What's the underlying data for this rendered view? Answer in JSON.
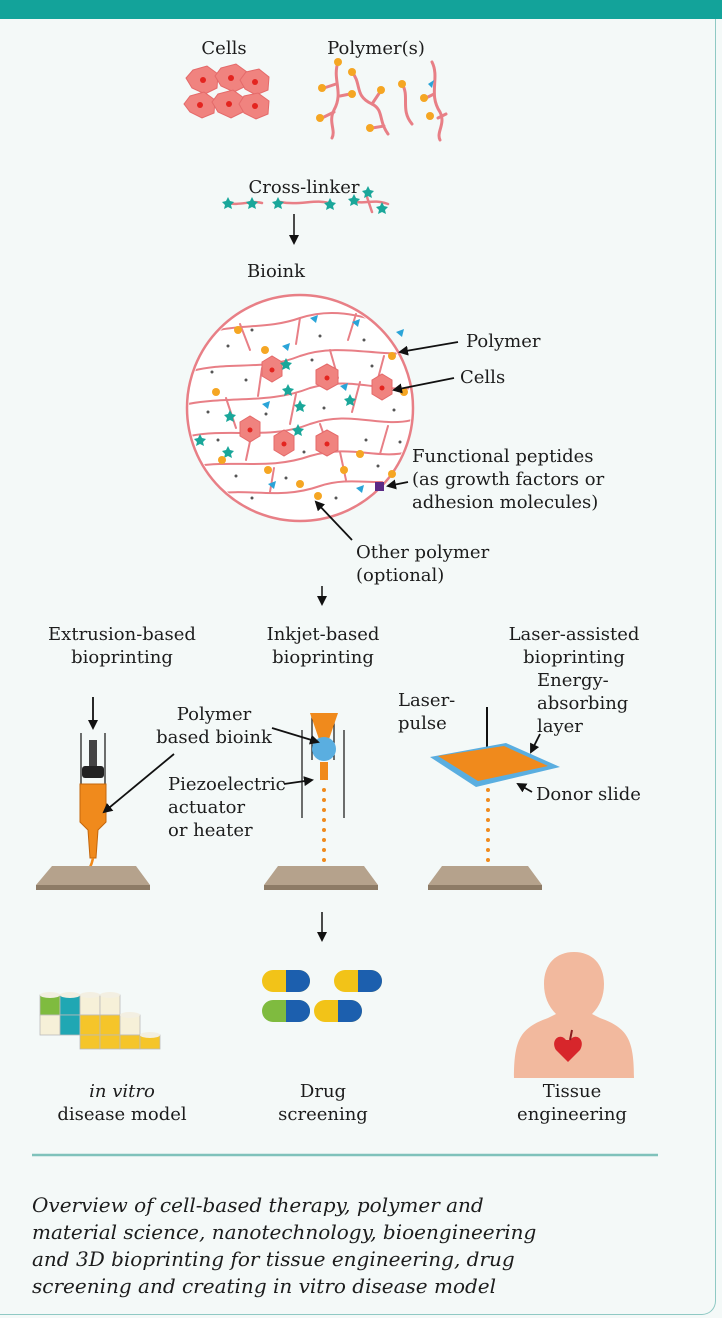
{
  "colors": {
    "accent": "#13a39a",
    "polymer": "#e87f86",
    "cell": "#f0837f",
    "bioink": "#f08a1c",
    "platform": "#b5a28c"
  },
  "top_row": {
    "cells_label": "Cells",
    "polymers_label": "Polymer(s)"
  },
  "crosslinker_label": "Cross-linker",
  "bioink": {
    "title": "Bioink",
    "polymer_label": "Polymer",
    "cells_label": "Cells",
    "peptides_label": [
      "Functional peptides",
      "(as growth factors or",
      "adhesion molecules)"
    ],
    "other_polymer_label": [
      "Other polymer",
      "(optional)"
    ]
  },
  "methods": {
    "extrusion": [
      "Extrusion-based",
      "bioprinting"
    ],
    "inkjet": [
      "Inkjet-based",
      "bioprinting"
    ],
    "laser": [
      "Laser-assisted",
      "bioprinting"
    ]
  },
  "printer_labels": {
    "polymer_bioink": [
      "Polymer",
      "based bioink"
    ],
    "piezo": [
      "Piezoelectric",
      "actuator",
      "or heater"
    ],
    "laser_pulse": [
      "Laser-",
      "pulse"
    ],
    "energy_layer": [
      "Energy-",
      "absorbing",
      "layer"
    ],
    "donor_slide": "Donor slide"
  },
  "applications": {
    "disease_model": {
      "italic": "in vitro",
      "text": "disease model"
    },
    "drug": [
      "Drug",
      "screening"
    ],
    "tissue": [
      "Tissue",
      "engineering"
    ]
  },
  "caption": [
    "Overview of cell-based therapy, polymer and",
    "material science, nanotechnology, bioengineering",
    "and 3D bioprinting for tissue engineering, drug",
    "screening and creating in vitro disease model"
  ]
}
